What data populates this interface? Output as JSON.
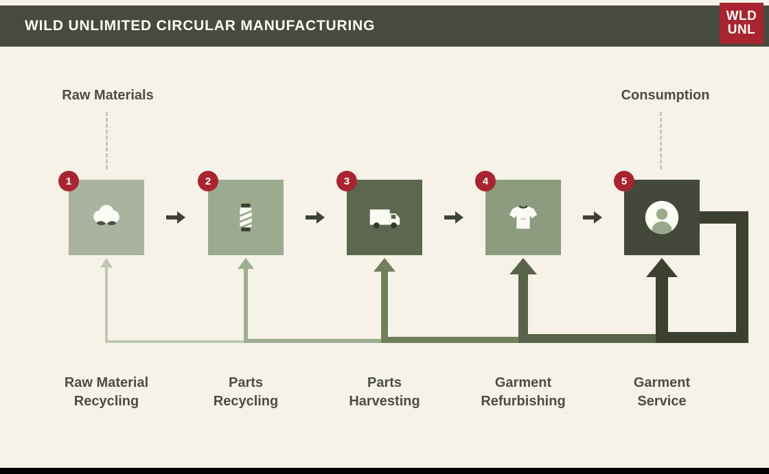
{
  "header": {
    "title": "WILD UNLIMITED CIRCULAR MANUFACTURING",
    "logo_line1": "WLD",
    "logo_line2": "UNL"
  },
  "annotations": {
    "raw_materials": "Raw Materials",
    "consumption": "Consumption"
  },
  "stages": [
    {
      "number": "1",
      "icon": "cotton-boll-icon",
      "square_color": "#a9b3a0",
      "loop_color": "#bfc8b3",
      "label_line1": "Raw Material",
      "label_line2": "Recycling"
    },
    {
      "number": "2",
      "icon": "thread-spool-icon",
      "square_color": "#9cab8f",
      "loop_color": "#9fae90",
      "label_line1": "Parts",
      "label_line2": "Recycling"
    },
    {
      "number": "3",
      "icon": "truck-icon",
      "square_color": "#5d6750",
      "loop_color": "#71805a",
      "label_line1": "Parts",
      "label_line2": "Harvesting"
    },
    {
      "number": "4",
      "icon": "tshirt-icon",
      "square_color": "#8c9c7e",
      "loop_color": "#59634a",
      "label_line1": "Garment",
      "label_line2": "Refurbishing"
    },
    {
      "number": "5",
      "icon": "person-icon",
      "square_color": "#43483a",
      "loop_color": "#3b4031",
      "label_line1": "Garment",
      "label_line2": "Service"
    }
  ],
  "colors": {
    "background": "#f6f2e8",
    "header_bg": "#474b3d",
    "logo_red": "#a72430",
    "badge_red": "#a72430",
    "arrow_dark": "#3d4234",
    "text": "#4a4e40",
    "dashed_line": "#ccc6b4",
    "footer_black": "#000000"
  }
}
